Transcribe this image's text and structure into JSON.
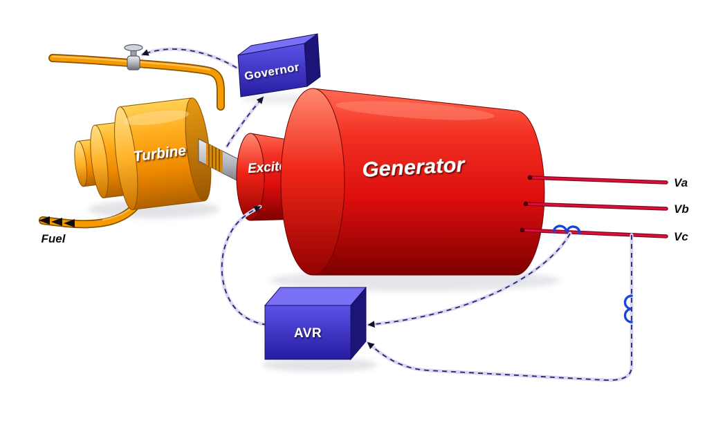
{
  "diagram": {
    "components": {
      "turbine": {
        "label": "Turbine"
      },
      "exciter": {
        "label": "Exciter"
      },
      "generator": {
        "label": "Generator"
      },
      "governor": {
        "label": "Governor"
      },
      "avr": {
        "label": "AVR"
      },
      "fuel": {
        "label": "Fuel"
      }
    },
    "outputs": {
      "va": {
        "label": "Va"
      },
      "vb": {
        "label": "Vb"
      },
      "vc": {
        "label": "Vc"
      }
    },
    "colors": {
      "turbine_orange": "#F59B00",
      "machine_red": "#DD1010",
      "control_box_blue": "#3A2FD0",
      "phase_line_red": "#D8103C",
      "sensor_coil_blue": "#1846D8",
      "signal_line_navy": "#22226E"
    }
  }
}
